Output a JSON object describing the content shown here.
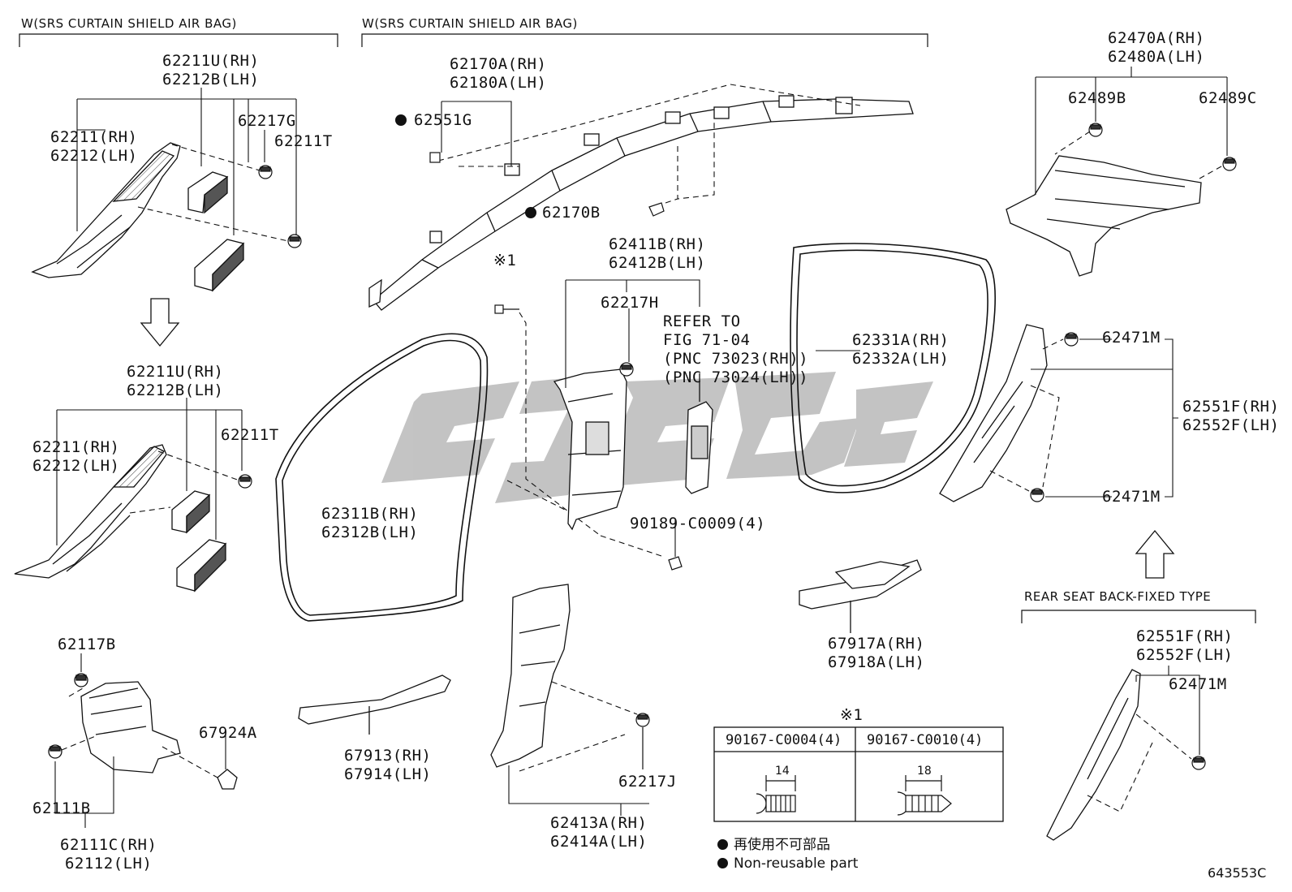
{
  "headers": {
    "left": "W(SRS CURTAIN SHIELD AIR BAG)",
    "middle": "W(SRS CURTAIN SHIELD AIR BAG)",
    "rear_type": "REAR SEAT BACK-FIXED TYPE"
  },
  "labels": {
    "l1": [
      "62211U(RH)",
      "62212B(LH)"
    ],
    "l2": [
      "62211(RH)",
      "62212(LH)"
    ],
    "l3": [
      "62217G"
    ],
    "l4": [
      "62211T"
    ],
    "l5": [
      "62211U(RH)",
      "62212B(LH)"
    ],
    "l6": [
      "62211(RH)",
      "62212(LH)"
    ],
    "l7": [
      "62211T"
    ],
    "l8": [
      "62117B"
    ],
    "l9": [
      "67924A"
    ],
    "l10": [
      "62111B"
    ],
    "l11": [
      "62111C(RH)",
      "62112(LH)"
    ],
    "m1": [
      "62170A(RH)",
      "62180A(LH)"
    ],
    "m2": [
      "62551G"
    ],
    "m3": [
      "62170B"
    ],
    "m4": [
      "※1"
    ],
    "m5": [
      "62411B(RH)",
      "62412B(LH)"
    ],
    "m6": [
      "62217H"
    ],
    "m7": [
      "REFER TO",
      "FIG 71-04",
      "(PNC 73023(RH))",
      "(PNC 73024(LH))"
    ],
    "m8": [
      "62311B(RH)",
      "62312B(LH)"
    ],
    "m9": [
      "90189-C0009(4)"
    ],
    "m10": [
      "67913(RH)",
      "67914(LH)"
    ],
    "m11": [
      "62217J"
    ],
    "m12": [
      "62413A(RH)",
      "62414A(LH)"
    ],
    "m13": [
      "※1"
    ],
    "r1": [
      "62331A(RH)",
      "62332A(LH)"
    ],
    "r2": [
      "67917A(RH)",
      "67918A(LH)"
    ],
    "r3": [
      "62470A(RH)",
      "62480A(LH)"
    ],
    "r4": [
      "62489B"
    ],
    "r5": [
      "62489C"
    ],
    "r6": [
      "62471M"
    ],
    "r7": [
      "62551F(RH)",
      "62552F(LH)"
    ],
    "r8": [
      "62471M"
    ],
    "r9": [
      "62551F(RH)",
      "62552F(LH)"
    ],
    "r10": [
      "62471M"
    ]
  },
  "screw_table": {
    "col1_header": "90167-C0004(4)",
    "col2_header": "90167-C0010(4)",
    "col1_dim": "14",
    "col2_dim": "18"
  },
  "legend": {
    "jp": "再使用不可部品",
    "en": "Non-reusable part"
  },
  "diagram_code": "643553C"
}
